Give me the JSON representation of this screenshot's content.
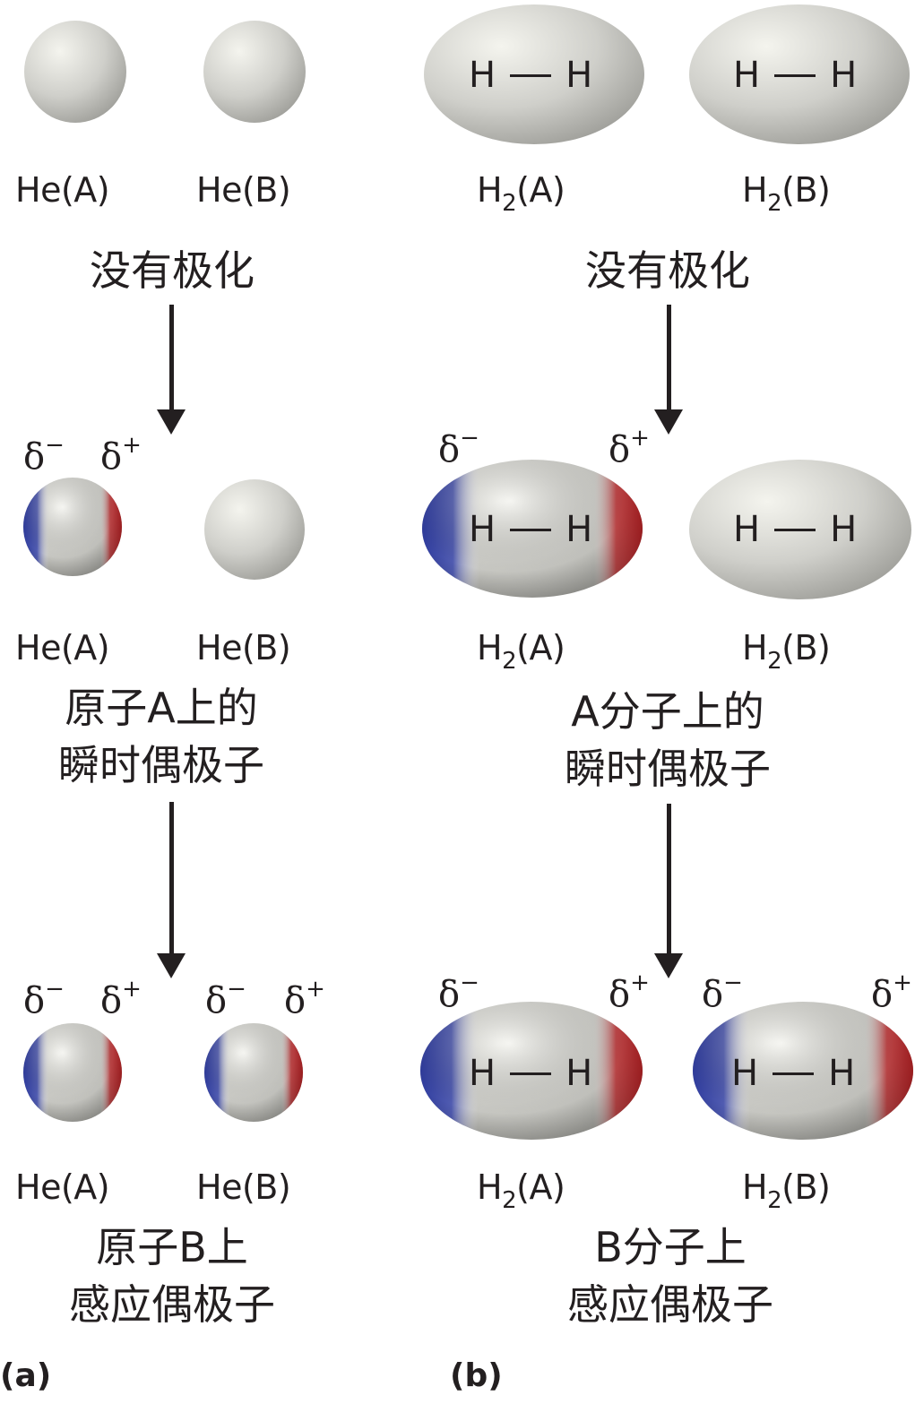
{
  "panels": {
    "a": {
      "label": "(a)",
      "rows": [
        {
          "species": [
            "He(A)",
            "He(B)"
          ],
          "polarized": [
            false,
            false
          ],
          "caption": [
            "没有极化"
          ]
        },
        {
          "species": [
            "He(A)",
            "He(B)"
          ],
          "polarized": [
            true,
            false
          ],
          "charges": [
            {
              "neg": "δ",
              "neg_sign": "−",
              "pos": "δ",
              "pos_sign": "+"
            }
          ],
          "caption": [
            "原子A上的",
            "瞬时偶极子"
          ]
        },
        {
          "species": [
            "He(A)",
            "He(B)"
          ],
          "polarized": [
            true,
            true
          ],
          "charges": [
            {
              "neg": "δ",
              "neg_sign": "−",
              "pos": "δ",
              "pos_sign": "+"
            },
            {
              "neg": "δ",
              "neg_sign": "−",
              "pos": "δ",
              "pos_sign": "+"
            }
          ],
          "caption": [
            "原子B上",
            "感应偶极子"
          ]
        }
      ]
    },
    "b": {
      "label": "(b)",
      "bond_text": {
        "left": "H",
        "right": "H"
      },
      "species_base": "H",
      "species_sub": "2",
      "rows": [
        {
          "species": [
            "(A)",
            "(B)"
          ],
          "polarized": [
            false,
            false
          ],
          "caption": [
            "没有极化"
          ]
        },
        {
          "species": [
            "(A)",
            "(B)"
          ],
          "polarized": [
            true,
            false
          ],
          "charges": [
            {
              "neg": "δ",
              "neg_sign": "−",
              "pos": "δ",
              "pos_sign": "+"
            }
          ],
          "caption": [
            "A分子上的",
            "瞬时偶极子"
          ]
        },
        {
          "species": [
            "(A)",
            "(B)"
          ],
          "polarized": [
            true,
            true
          ],
          "charges": [
            {
              "neg": "δ",
              "neg_sign": "−",
              "pos": "δ",
              "pos_sign": "+"
            },
            {
              "neg": "δ",
              "neg_sign": "−",
              "pos": "δ",
              "pos_sign": "+"
            }
          ],
          "caption": [
            "B分子上",
            "感应偶极子"
          ]
        }
      ]
    }
  },
  "colors": {
    "negative_pole": "#3a4aa8",
    "positive_pole": "#b3262a",
    "neutral_light": "#f2f2ec",
    "neutral_mid": "#c9c9c4",
    "neutral_dark": "#9d9d98",
    "ink": "#231f20"
  }
}
